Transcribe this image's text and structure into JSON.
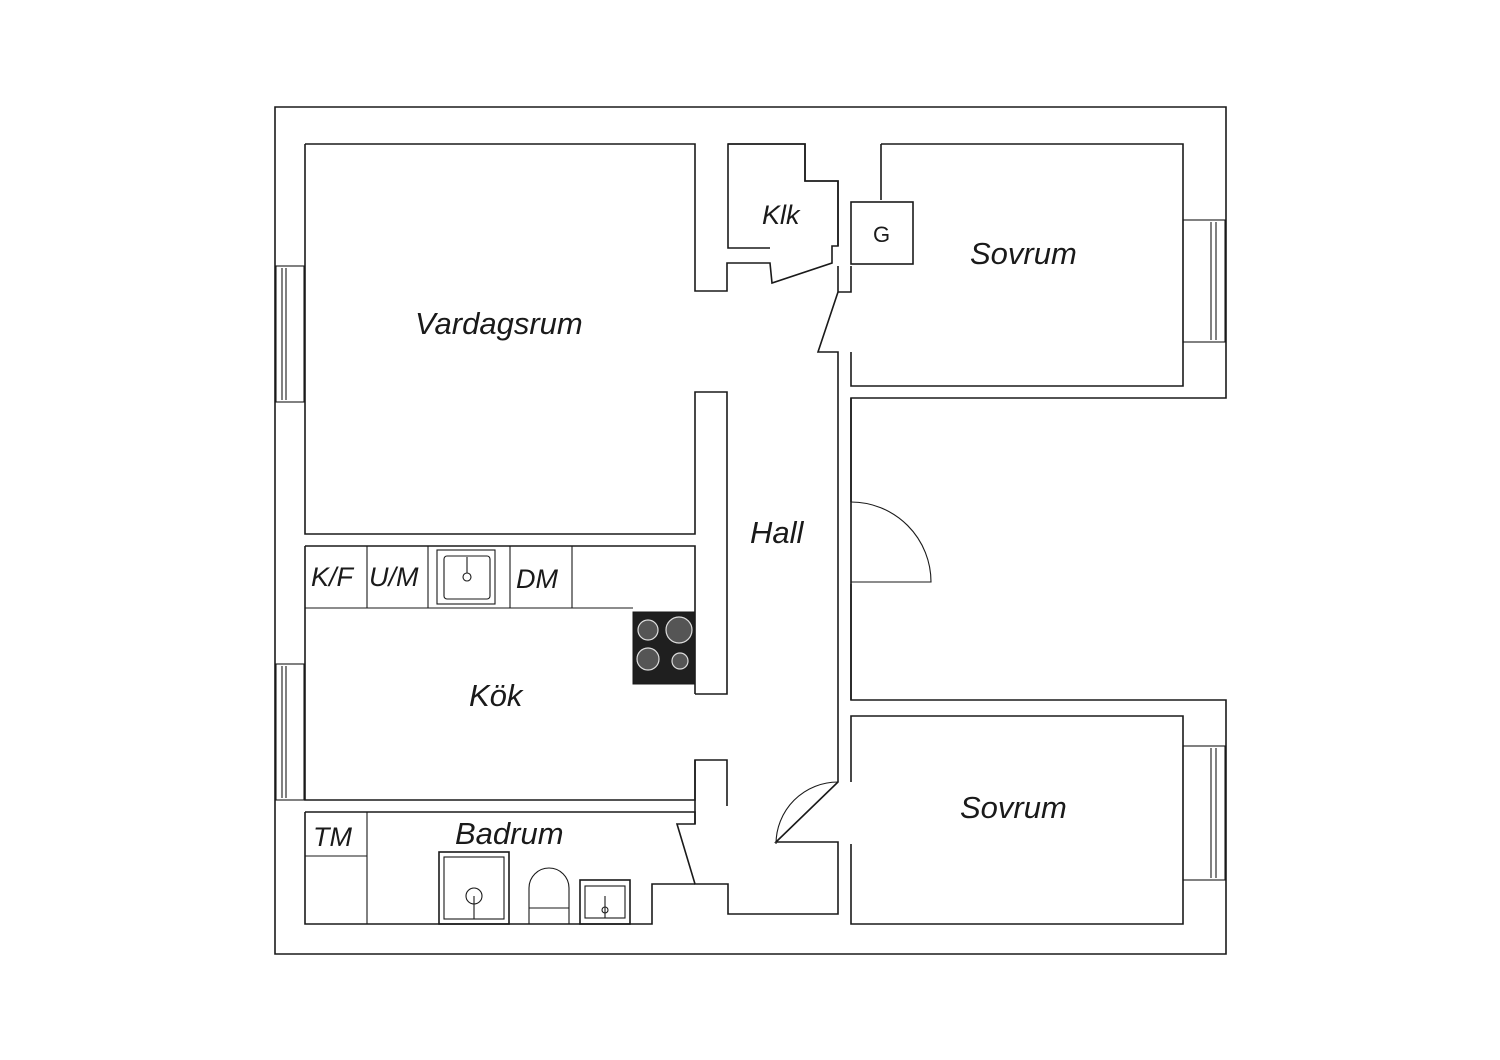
{
  "rooms": {
    "living": "Vardagsrum",
    "closet": "Klk",
    "bedroom_top": "Sovrum",
    "hall": "Hall",
    "kitchen": "Kök",
    "bathroom": "Badrum",
    "bedroom_bottom": "Sovrum"
  },
  "fixtures": {
    "fridge_freezer": "K/F",
    "oven_micro": "U/M",
    "dishwasher": "DM",
    "washer": "TM",
    "wardrobe": "G"
  }
}
